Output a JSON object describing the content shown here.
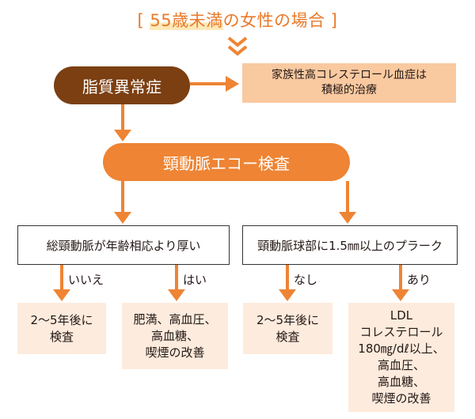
{
  "title": {
    "bracket_open": "[ ",
    "highlight": "55歳未満",
    "rest": "の女性の場合",
    "bracket_close": " ]"
  },
  "colors": {
    "accent_orange": "#ee8434",
    "dark_brown": "#7b3f12",
    "note_fill": "#f9c9a0",
    "result_fill": "#fdebdd",
    "title_highlight": "#fde9b8"
  },
  "nodes": {
    "dyslipidemia": "脂質異常症",
    "familial_note": "家族性高コレステロール血症は\n積極的治療",
    "echo_exam": "頸動脈エコー検査",
    "question_thickness": "総頸動脈が年齢相応より厚い",
    "question_plaque": "頸動脈球部に1.5㎜以上のプラーク"
  },
  "branch_labels": {
    "no": "いいえ",
    "yes": "はい",
    "none": "なし",
    "present": "あり"
  },
  "results": {
    "thickness_no": "2～5年後に\n検査",
    "thickness_yes": "肥満、高血圧、\n高血糖、\n喫煙の改善",
    "plaque_none": "2～5年後に\n検査",
    "plaque_present": "LDL\nコレステロール\n180㎎/dℓ以上、\n高血圧、\n高血糖、\n喫煙の改善"
  }
}
